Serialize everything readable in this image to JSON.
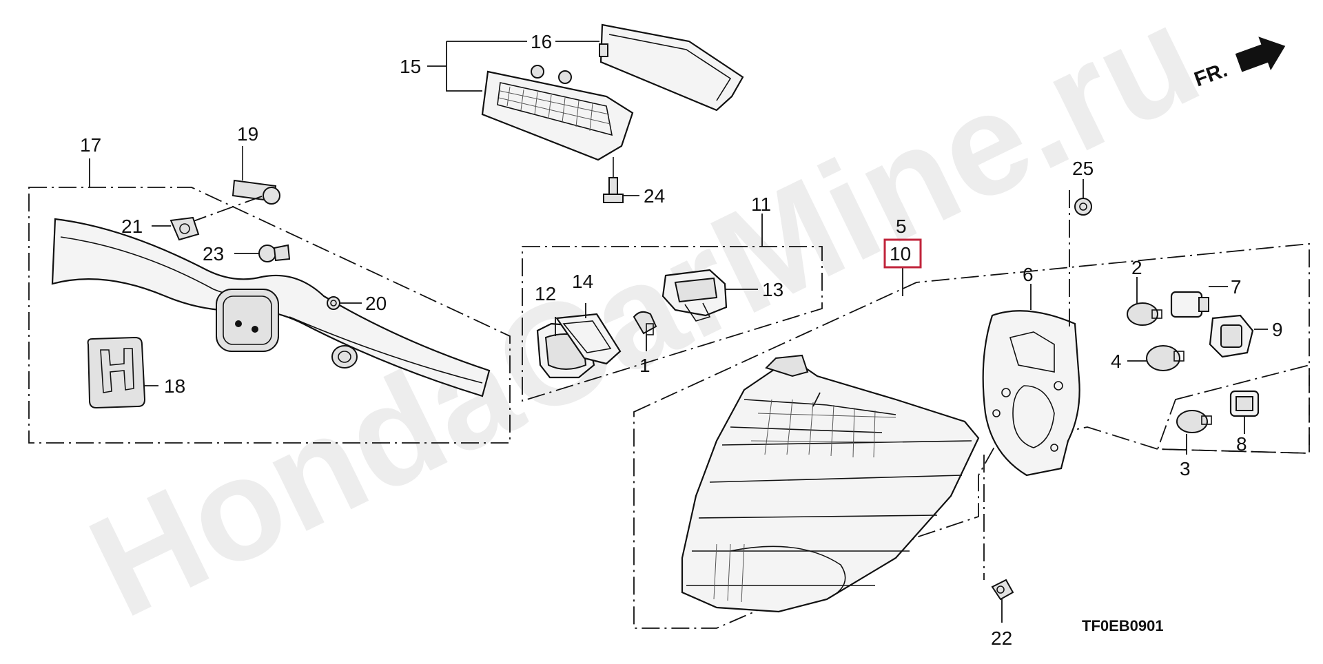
{
  "watermark": "HondaCarMine.ru",
  "direction_arrow": {
    "label": "FR."
  },
  "drawing_code": "TF0EB0901",
  "highlighted_part": "10",
  "callouts": {
    "c1": "1",
    "c2": "2",
    "c3": "3",
    "c4": "4",
    "c5": "5",
    "c6": "6",
    "c7": "7",
    "c8": "8",
    "c9": "9",
    "c10": "10",
    "c11": "11",
    "c12": "12",
    "c13": "13",
    "c14": "14",
    "c15": "15",
    "c16": "16",
    "c17": "17",
    "c18": "18",
    "c19": "19",
    "c20": "20",
    "c21": "21",
    "c22": "22",
    "c23": "23",
    "c24": "24",
    "c25": "25"
  },
  "colors": {
    "highlight_box": "#c0233a",
    "line": "#111111"
  }
}
